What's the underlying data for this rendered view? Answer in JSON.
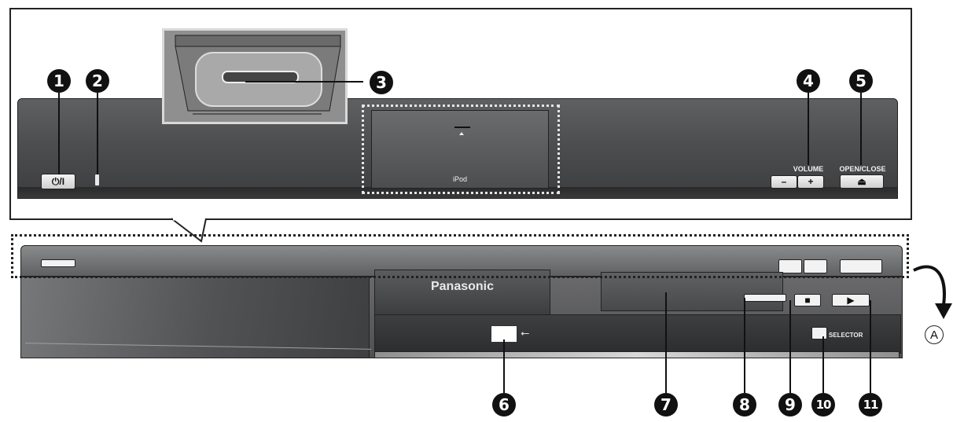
{
  "labels": {
    "power": "⏻/I",
    "volume": "VOLUME",
    "volume_minus": "–",
    "volume_plus": "+",
    "open_close": "OPEN/CLOSE",
    "eject": "⏏",
    "ipod": "iPod",
    "brand": "Panasonic",
    "selector": "SELECTOR",
    "usb_symbol": "⭠",
    "stop": "■",
    "play": "▶",
    "a_marker": "A"
  },
  "markers": [
    "1",
    "2",
    "3",
    "4",
    "5",
    "6",
    "7",
    "8",
    "9",
    "10",
    "11"
  ]
}
